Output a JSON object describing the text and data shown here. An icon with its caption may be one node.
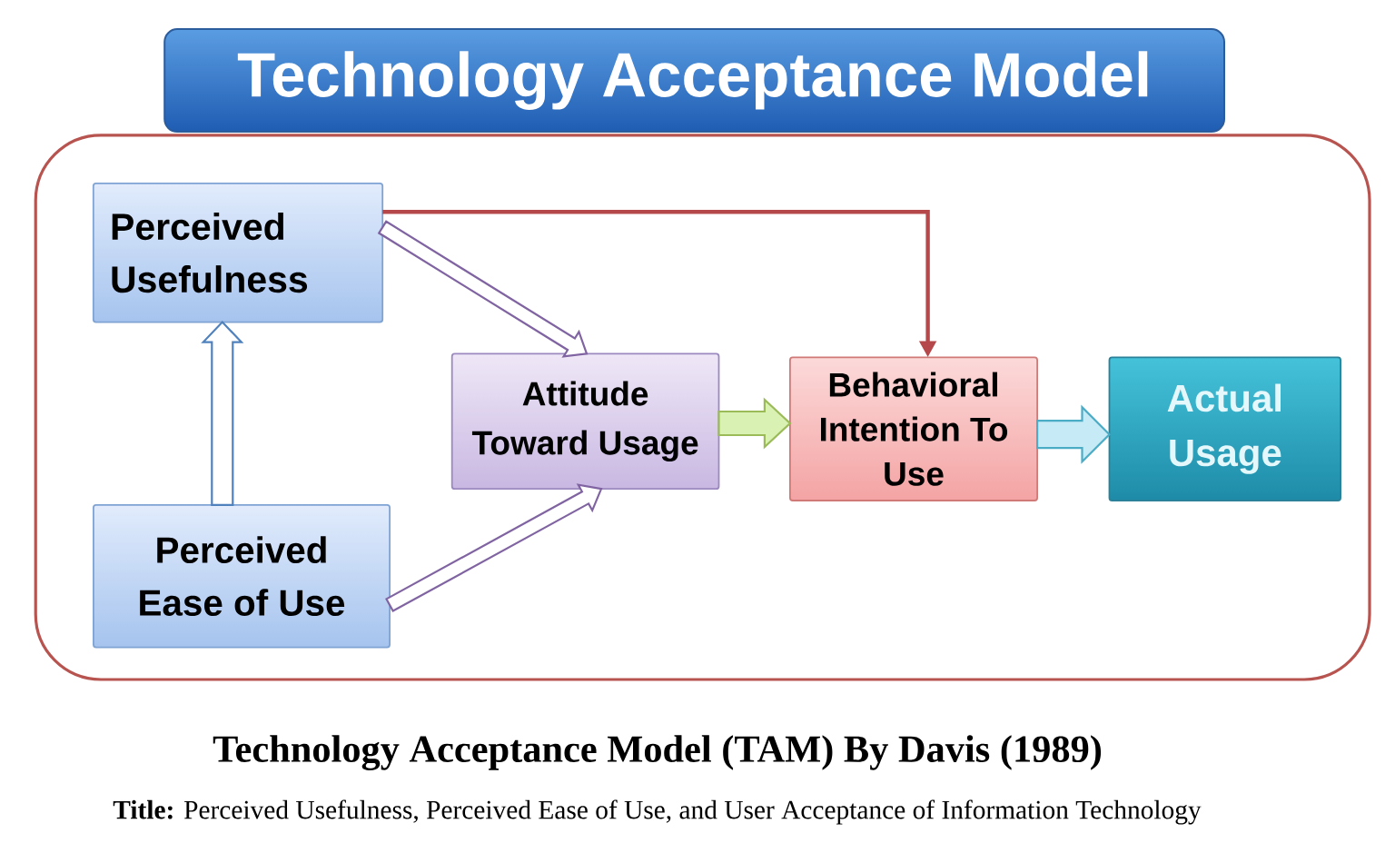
{
  "diagram": {
    "title": "Technology Acceptance Model",
    "caption": "Technology Acceptance Model (TAM) By Davis (1989)",
    "nodes": [
      {
        "text": [],
        "shape": "box"
      },
      {
        "text": [
          "Perceived Usefulness"
        ],
        "in": 0
      },
      {
        "text": [
          "Perceived Ease of Use"
        ],
        "in": 0
      },
      {
        "text": [
          "Attitude Toward Usage"
        ],
        "in": 0
      },
      {
        "text": [
          "Behavioral Intention To Use"
        ],
        "in": 0
      },
      {
        "text": [
          "Actual Usage"
        ],
        "in": 0
      }
    ],
    "edges": [
      {
        "from": 1,
        "to": 4,
        "arrow": "to",
        "color": "#b5484b"
      },
      {
        "from": 1,
        "to": 3,
        "arrow": "to",
        "color": "#8064a2"
      },
      {
        "from": 2,
        "to": 1,
        "arrow": "to",
        "color": "#4f81bd"
      },
      {
        "from": 2,
        "to": 3,
        "arrow": "to",
        "color": "#8064a2"
      },
      {
        "from": 3,
        "to": 4,
        "arrow": "to",
        "color": "#9bbb59"
      },
      {
        "from": 4,
        "to": 5,
        "arrow": "to",
        "color": "#4bacc6"
      }
    ],
    "labels": [
      "**Title:** Perceived Usefulness, Perceived Ease of Use, and User Acceptance of Information Technology"
    ]
  }
}
